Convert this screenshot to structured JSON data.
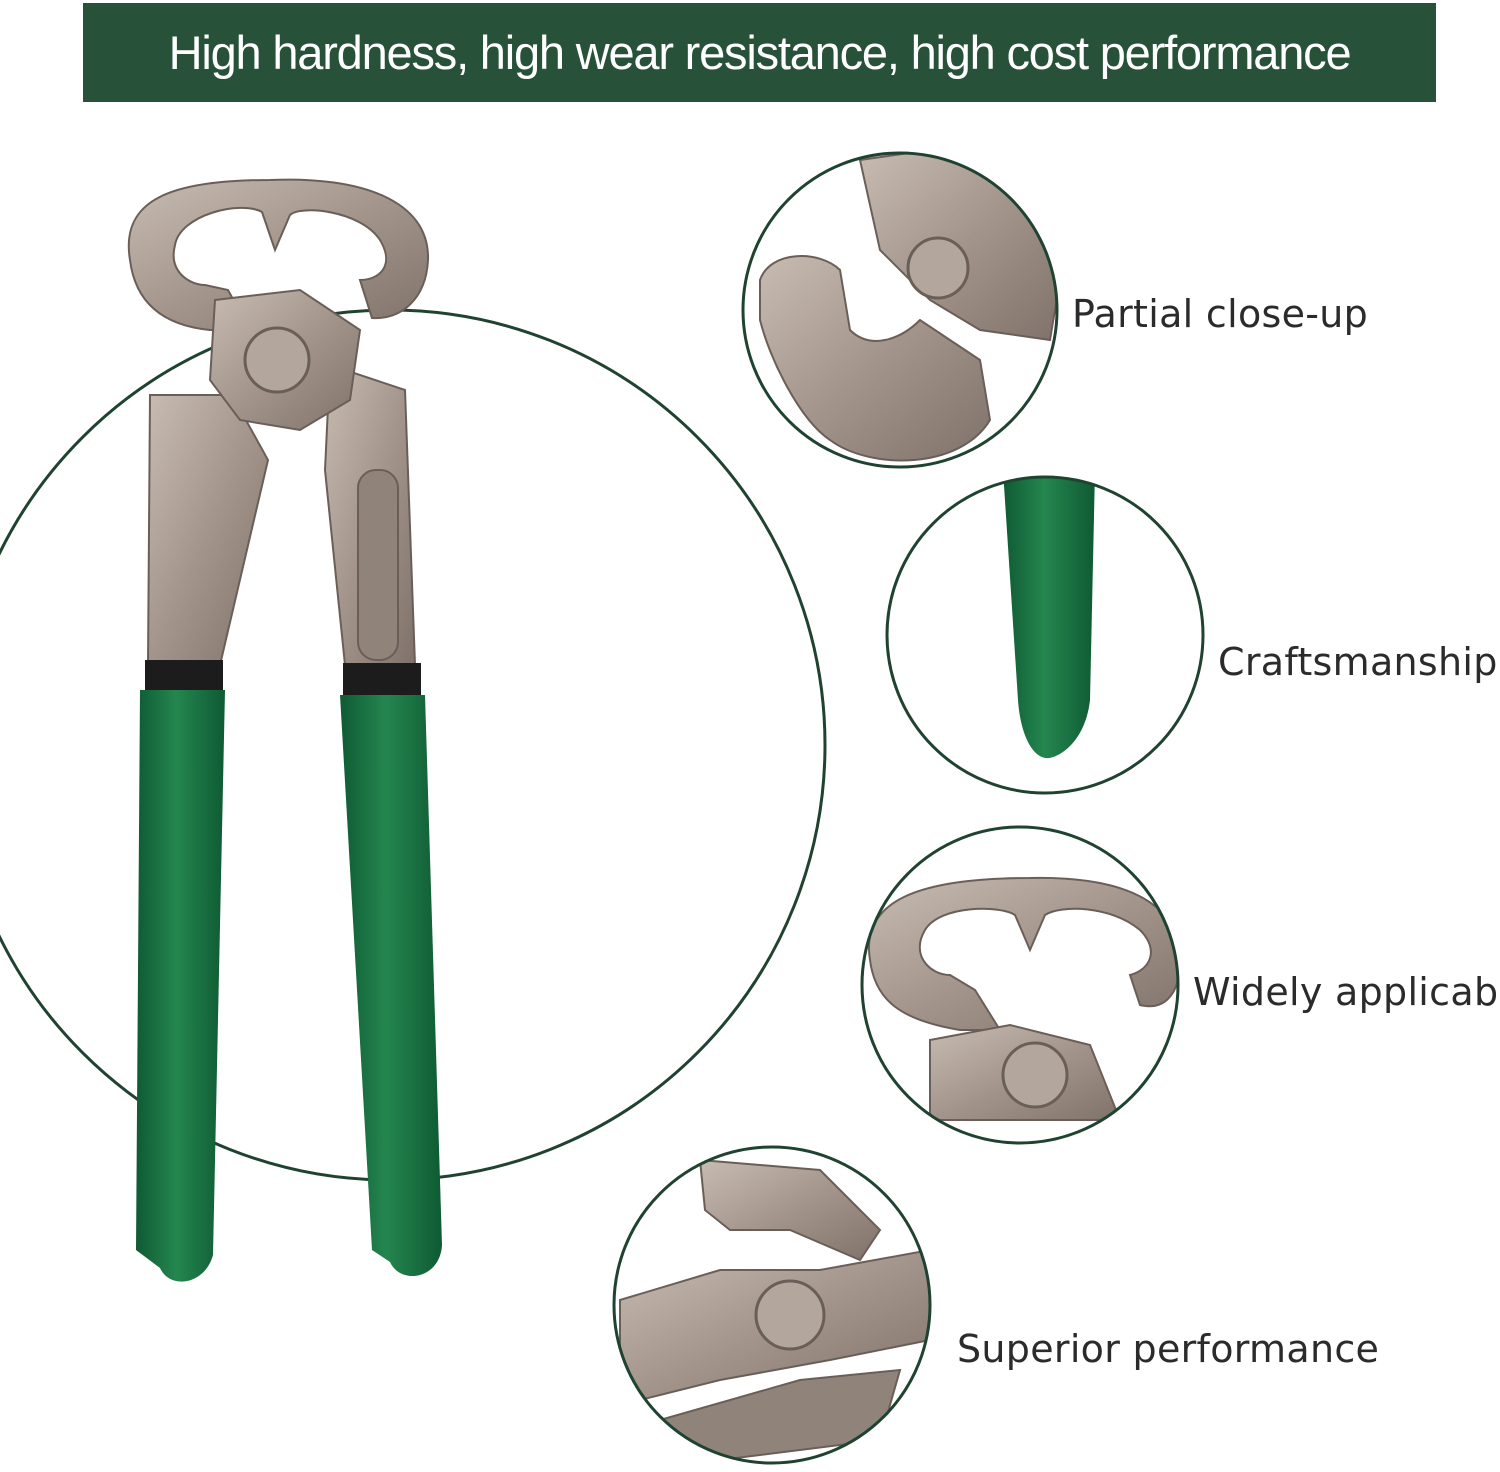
{
  "banner": {
    "text": "High hardness, high wear resistance, high cost performance"
  },
  "features": [
    {
      "label": "Partial close-up",
      "icon": "pincer-head-closeup-icon"
    },
    {
      "label": "Craftsmanship",
      "icon": "green-handle-tip-icon"
    },
    {
      "label": "Widely applicable",
      "icon": "pincer-jaws-icon"
    },
    {
      "label": "Superior performance",
      "icon": "pincer-pivot-icon"
    }
  ],
  "colors": {
    "banner_bg": "#28513a",
    "handle_green": "#1d7a4a",
    "steel": "#a89a90",
    "ring_stroke": "#1f4330"
  }
}
